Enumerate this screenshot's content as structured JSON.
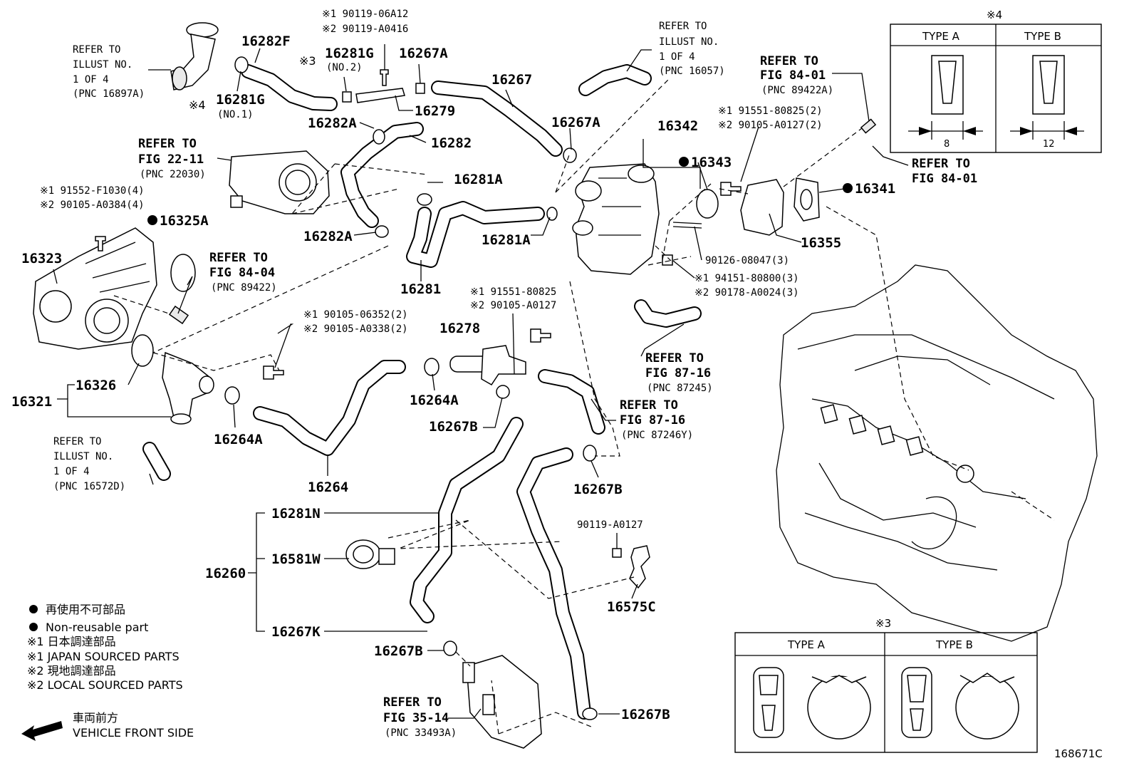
{
  "diagram_id": "168671C",
  "legend": {
    "non_reusable_jp": "再使用不可部品",
    "non_reusable_en": "Non-reusable part",
    "note1_jp": "※1  日本調達部品",
    "note1_en": "※1  JAPAN SOURCED PARTS",
    "note2_jp": "※2  現地調達部品",
    "note2_en": "※2  LOCAL SOURCED PARTS",
    "front_jp": "車両前方",
    "front_en": "VEHICLE FRONT SIDE"
  },
  "box4": {
    "mark": "※4",
    "type_a": "TYPE A",
    "type_b": "TYPE B",
    "dim_a": "8",
    "dim_b": "12"
  },
  "box3": {
    "mark": "※3",
    "type_a": "TYPE A",
    "type_b": "TYPE B"
  },
  "marks": {
    "m3": "※3",
    "m4": "※4"
  },
  "labels": {
    "p16282F": "16282F",
    "p16281G1": "16281G",
    "p16281G1_sub": "(NO.1)",
    "p16281G2": "16281G",
    "p16281G2_sub": "(NO.2)",
    "p16267A_top": "16267A",
    "p16279": "16279",
    "p16267": "16267",
    "p16267A_mid": "16267A",
    "p16282A_top": "16282A",
    "p16282": "16282",
    "p16281A_left": "16281A",
    "p16281A_right": "16281A",
    "p16282A_bot": "16282A",
    "p16281": "16281",
    "p16325A": "16325A",
    "p16323": "16323",
    "p16342": "16342",
    "p16343": "16343",
    "p16341": "16341",
    "p16355": "16355",
    "p16278": "16278",
    "p16264A_mid": "16264A",
    "p16267B_mid": "16267B",
    "p16326": "16326",
    "p16321": "16321",
    "p16264A_left": "16264A",
    "p16264": "16264",
    "p16267B_right": "16267B",
    "p16281N": "16281N",
    "p16581W": "16581W",
    "p16260": "16260",
    "p16267K": "16267K",
    "p16575C": "16575C",
    "p16267B_bot": "16267B",
    "p16267B_bot2": "16267B"
  },
  "notes": {
    "bolt_top_1": "※1 90119-06A12",
    "bolt_top_2": "※2 90119-A0416",
    "tb_bolt_1": "※1 91552-F1030(4)",
    "tb_bolt_2": "※2 90105-A0384(4)",
    "wp_bolt_1": "※1 91551-80825(2)",
    "wp_bolt_2": "※2 90105-A0127(2)",
    "stud": "90126-08047(3)",
    "nut_1": "※1 94151-80800(3)",
    "nut_2": "※2 90178-A0024(3)",
    "th_bolt_1": "※1 90105-06352(2)",
    "th_bolt_2": "※2 90105-A0338(2)",
    "mid_bolt_1": "※1 91551-80825",
    "mid_bolt_2": "※2 90105-A0127",
    "clamp_bolt": "90119-A0127"
  },
  "refs": {
    "r1": [
      "REFER TO",
      "ILLUST NO.",
      "1 OF 4",
      "(PNC 16897A)"
    ],
    "r2": [
      "REFER TO",
      "FIG 22-11",
      "(PNC 22030)"
    ],
    "r3": [
      "REFER TO",
      "ILLUST NO.",
      "1 OF 4",
      "(PNC 16057)"
    ],
    "r4": [
      "REFER TO",
      "FIG 84-01",
      "(PNC 89422A)"
    ],
    "r5": [
      "REFER TO",
      "FIG 84-01"
    ],
    "r6": [
      "REFER TO",
      "FIG 84-04",
      "(PNC 89422)"
    ],
    "r7": [
      "REFER TO",
      "FIG 87-16",
      "(PNC 87245)"
    ],
    "r8": [
      "REFER TO",
      "FIG 87-16",
      "(PNC 87246Y)"
    ],
    "r9": [
      "REFER TO",
      "ILLUST NO.",
      "1 OF 4",
      "(PNC 16572D)"
    ],
    "r10": [
      "REFER TO",
      "FIG 35-14",
      "(PNC 33493A)"
    ]
  }
}
